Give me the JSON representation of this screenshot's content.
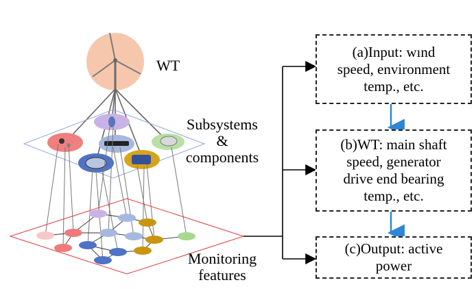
{
  "labels": {
    "wt": "WT",
    "subsystems": "Subsystems\n&\ncomponents",
    "monitoring": "Monitoring\nfeatures"
  },
  "boxes": {
    "input": "(a)Input: wınd\nspeed, environment\ntemp., etc.",
    "wt": "(b)WT: main shaft\nspeed, generator\ndrive end bearing\ntemp., etc.",
    "output": "(c)Output: active\npower"
  },
  "colors": {
    "wt_circle": "#f6c7ad",
    "plane_blue": "#8fa8d8",
    "plane_red": "#e03a3a",
    "flow_arrow": "#2e86d6",
    "node_red": "#f07a7a",
    "node_blue": "#4f72c4",
    "node_gold": "#c9950e",
    "node_light_blue": "#a6b8e0",
    "node_purple": "#c9b3e6",
    "node_green": "#a8d88f",
    "node_pink": "#f8c8c8"
  }
}
